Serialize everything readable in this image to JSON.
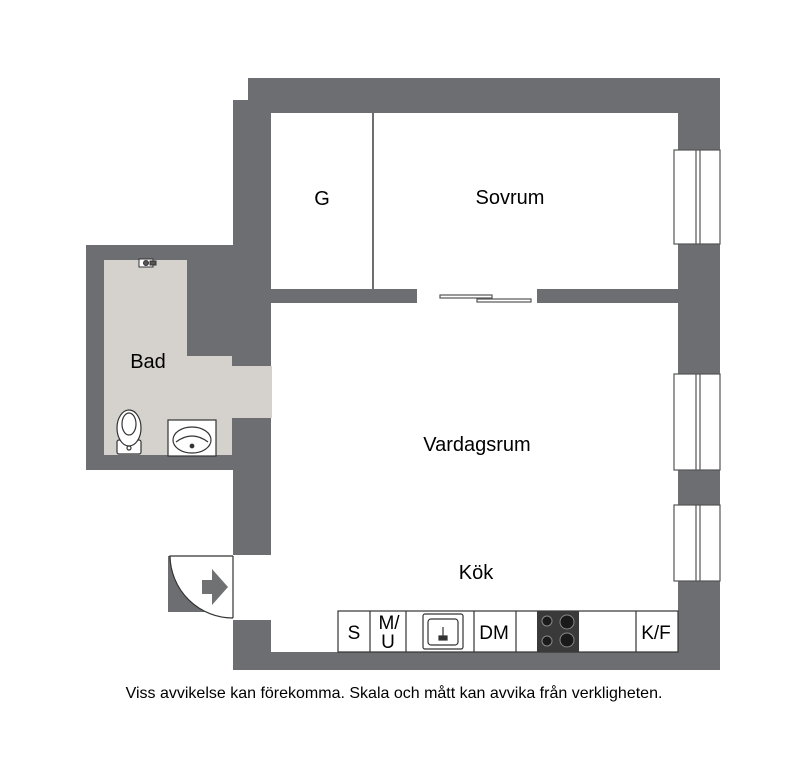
{
  "rooms": {
    "g": "G",
    "sovrum": "Sovrum",
    "bad": "Bad",
    "vardagsrum": "Vardagsrum",
    "kok": "Kök"
  },
  "kitchen": {
    "s": "S",
    "mu_top": "M/",
    "mu_bottom": "U",
    "dm": "DM",
    "kf": "K/F"
  },
  "disclaimer": "Viss avvikelse kan förekomma. Skala och mått kan avvika från verkligheten.",
  "colors": {
    "wall": "#6d6e71",
    "wet_floor": "#d5d1cd",
    "floor": "#ffffff",
    "line": "#1a1a1a",
    "entrance_arrow": "#707173"
  },
  "icons": [
    "entrance-arrow-icon",
    "toilet-icon",
    "sink-icon",
    "stove-icon",
    "kitchen-sink-icon",
    "faucet-icon"
  ]
}
